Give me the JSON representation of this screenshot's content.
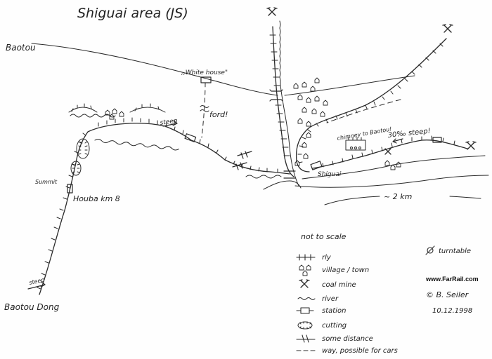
{
  "title": "Shiguai area (JS)",
  "places": {
    "baotou": "Baotou",
    "baotou_dong": "Baotou Dong",
    "white_house": ",,White house\"",
    "ford": "ford!",
    "steep_upper": "steep",
    "summit": "Summit",
    "houba": "Houba km 8",
    "steep_lower": "steep",
    "chimney": "chimney to Baotou!",
    "steep_grade": "30‰ steep!",
    "shiguai": "Shiguai",
    "distance": "~ 2 km"
  },
  "legend": {
    "heading": "not to scale",
    "items": [
      {
        "symbol": "rly",
        "label": "rly"
      },
      {
        "symbol": "village",
        "label": "village / town"
      },
      {
        "symbol": "coal-mine",
        "label": "coal mine"
      },
      {
        "symbol": "river",
        "label": "river"
      },
      {
        "symbol": "station",
        "label": "station"
      },
      {
        "symbol": "cutting",
        "label": "cutting"
      },
      {
        "symbol": "distance",
        "label": "some distance"
      },
      {
        "symbol": "way",
        "label": "way, possible for cars"
      }
    ],
    "turntable": "turntable"
  },
  "credits": {
    "site": "www.FarRail.com",
    "author": "© B. Seiler",
    "date": "10.12.1998"
  },
  "colors": {
    "ink": "#2a2a2a",
    "paper": "#fefefe"
  }
}
